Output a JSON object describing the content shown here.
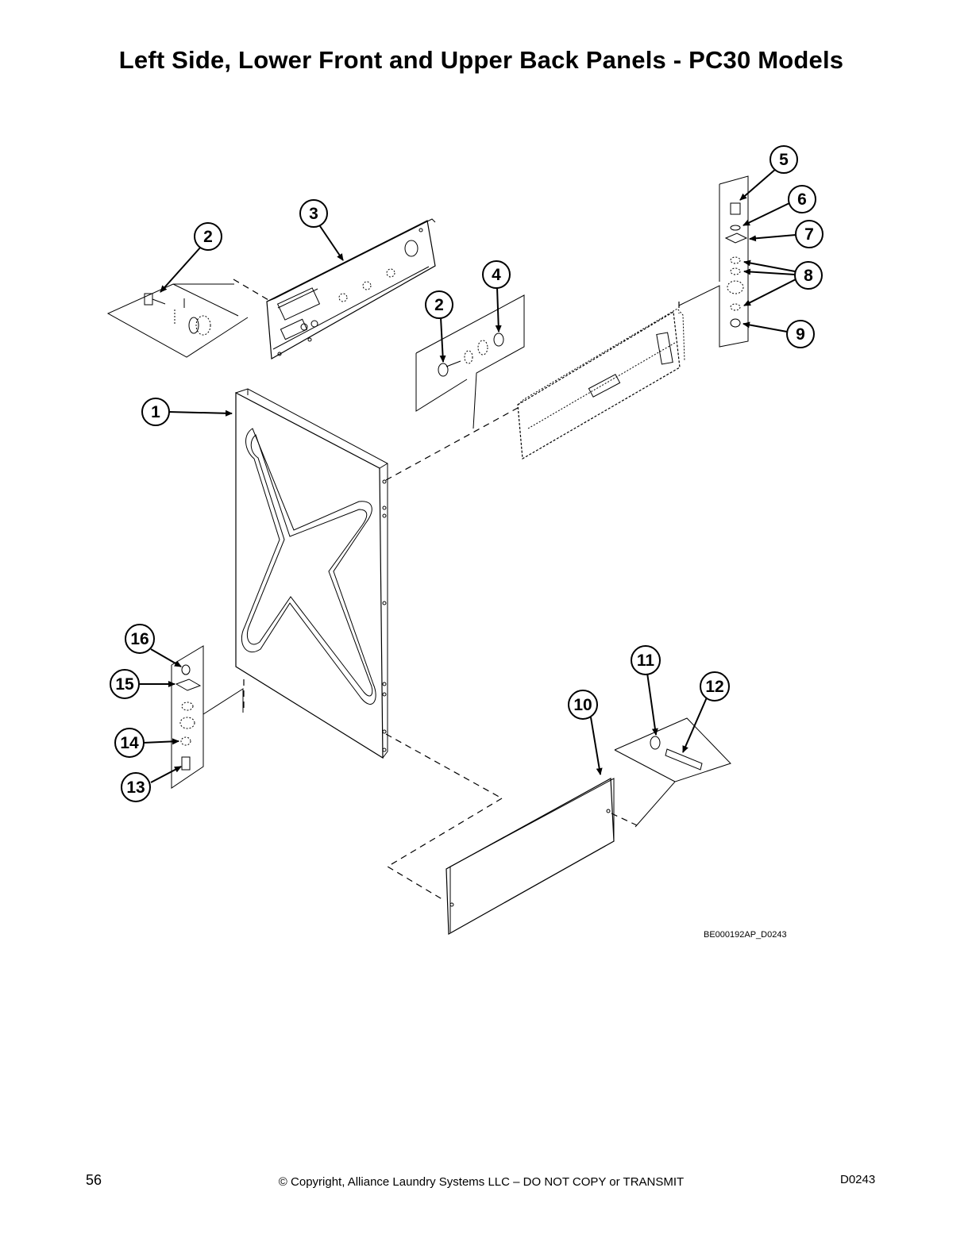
{
  "title": "Left Side, Lower Front and Upper Back Panels - PC30 Models",
  "callouts": [
    "1",
    "2",
    "2",
    "3",
    "4",
    "5",
    "6",
    "7",
    "8",
    "9",
    "10",
    "11",
    "12",
    "13",
    "14",
    "15",
    "16"
  ],
  "drawing_id": "BE000192AP_D0243",
  "footer": {
    "page_number": "56",
    "copyright": "© Copyright, Alliance Laundry Systems LLC – DO NOT COPY or TRANSMIT",
    "doc_code": "D0243"
  }
}
